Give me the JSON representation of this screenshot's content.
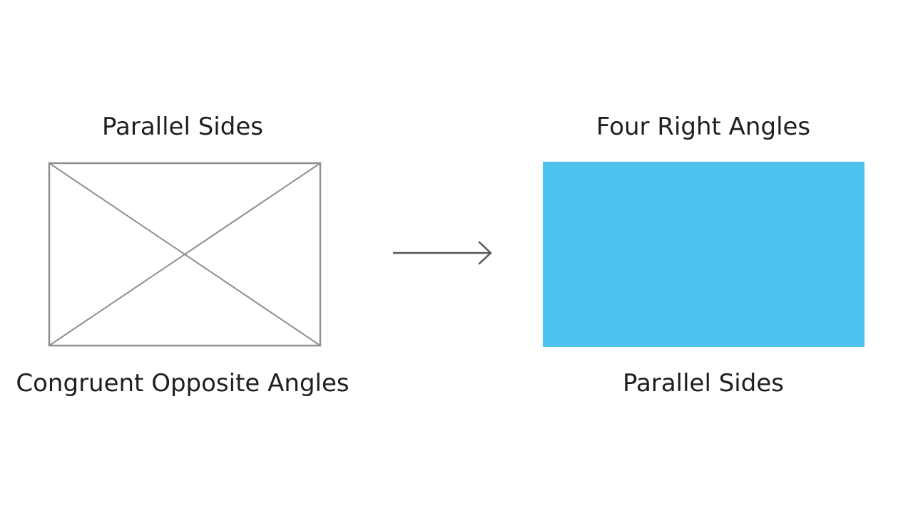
{
  "left": {
    "top_label": "Parallel Sides",
    "bottom_label": "Congruent Opposite Angles",
    "stroke_color": "#8f8f8f"
  },
  "right": {
    "top_label": "Four Right Angles",
    "bottom_label": "Parallel Sides",
    "fill_color": "#4fc3ef"
  },
  "arrow": {
    "icon": "right-arrow-icon",
    "color": "#555555"
  }
}
